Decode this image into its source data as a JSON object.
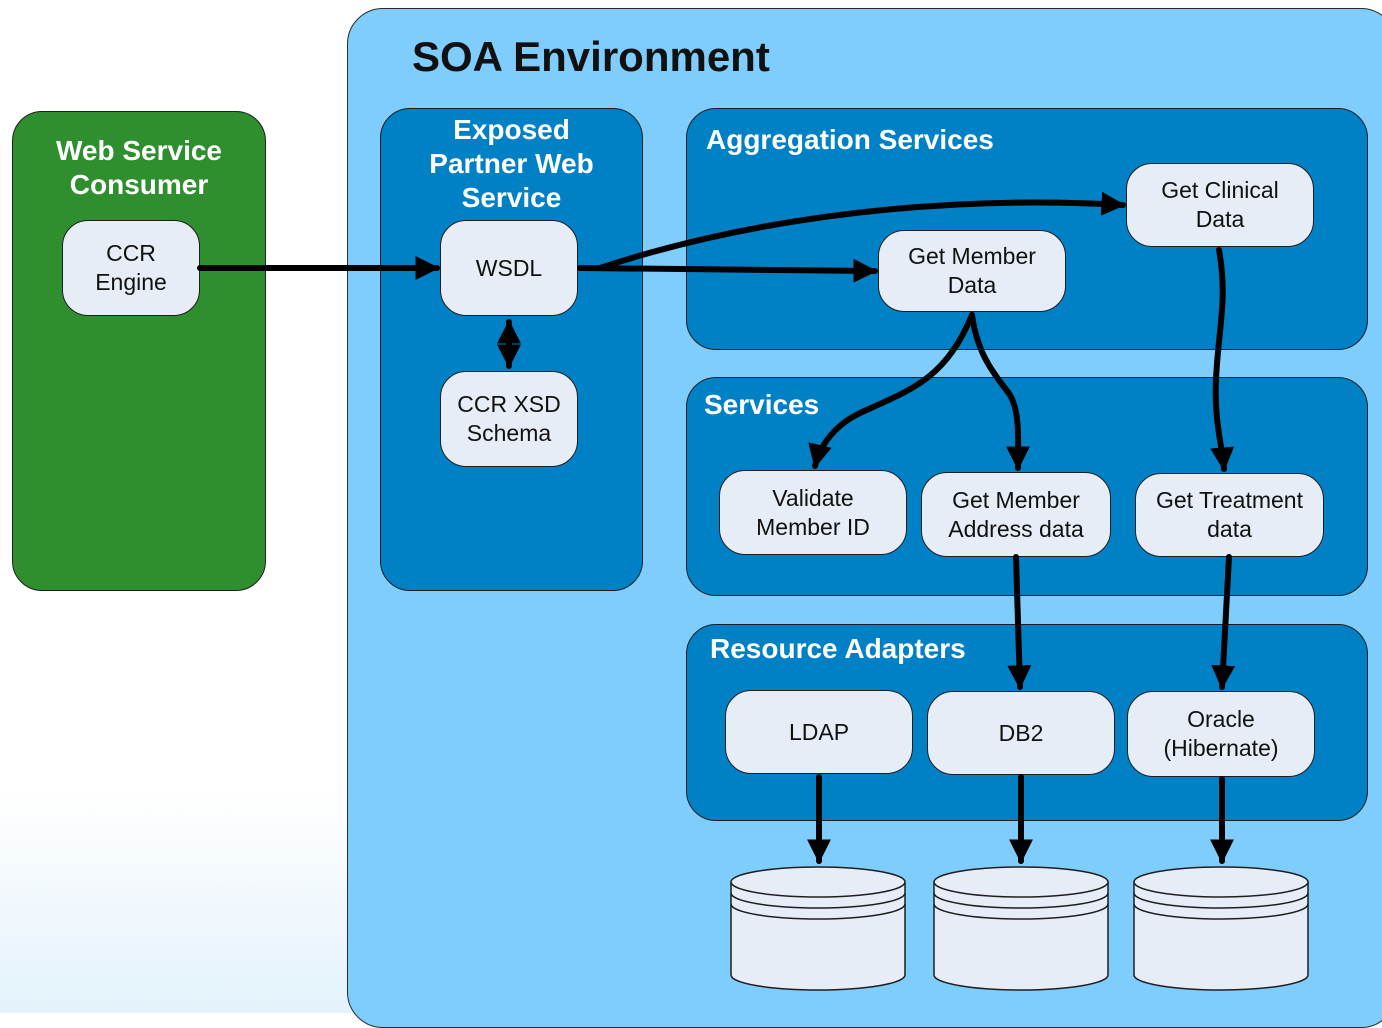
{
  "title": "SOA Environment",
  "consumer": {
    "title": "Web Service\nConsumer",
    "node": "CCR\nEngine"
  },
  "exposed": {
    "title": "Exposed\nPartner Web\nService",
    "wsdl": "WSDL",
    "schema": "CCR XSD\nSchema"
  },
  "aggregation": {
    "title": "Aggregation Services",
    "member": "Get Member\nData",
    "clinical": "Get Clinical\nData"
  },
  "services": {
    "title": "Services",
    "validate": "Validate\nMember ID",
    "address": "Get Member\nAddress data",
    "treatment": "Get Treatment\ndata"
  },
  "resources": {
    "title": "Resource Adapters",
    "ldap": "LDAP",
    "db2": "DB2",
    "oracle": "Oracle\n(Hibernate)"
  }
}
